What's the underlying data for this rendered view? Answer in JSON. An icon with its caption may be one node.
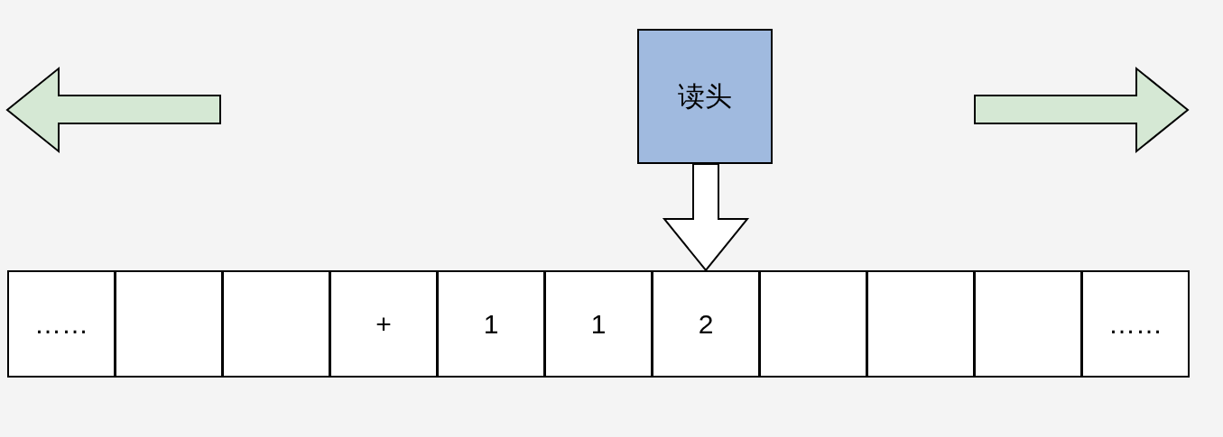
{
  "diagram": {
    "nodes": [
      {
        "text": [
          "读头"
        ]
      },
      {
        "text": [
          "……"
        ]
      },
      {
        "text": [],
        "shape": "box"
      },
      {
        "text": [],
        "shape": "box"
      },
      {
        "text": [
          "+"
        ]
      },
      {
        "text": [
          "1"
        ]
      },
      {
        "text": [
          "1"
        ]
      },
      {
        "text": [
          "2"
        ]
      },
      {
        "text": [],
        "shape": "box"
      },
      {
        "text": [],
        "shape": "box"
      },
      {
        "text": [],
        "shape": "box"
      },
      {
        "text": [
          "……"
        ]
      }
    ],
    "edges": [
      {
        "from": 0,
        "to": 7,
        "arrow": "to",
        "style": "thick"
      }
    ]
  }
}
